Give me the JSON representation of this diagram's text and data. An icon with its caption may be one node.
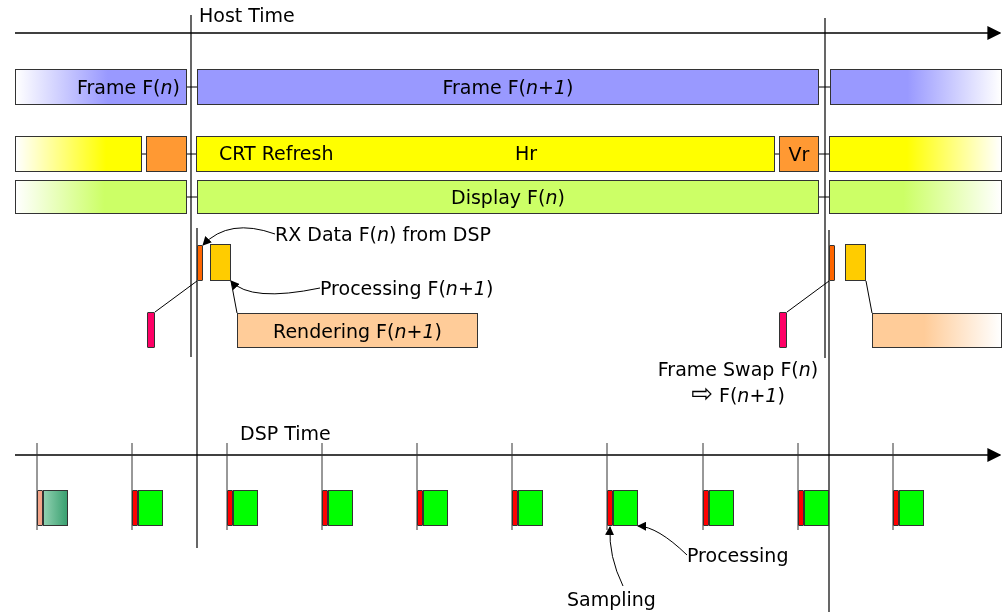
{
  "diagram": {
    "nodes": [
      {
        "text": [
          "Frame F(*n*)"
        ]
      },
      {
        "text": [
          "Frame F(*n*+*1*)"
        ]
      },
      {
        "text": [],
        "shape": "box"
      },
      {
        "text": [],
        "shape": "box"
      },
      {
        "text": [],
        "shape": "box"
      },
      {
        "text": [
          "CRT Refresh",
          "Hr"
        ]
      },
      {
        "text": [
          "Vr"
        ]
      },
      {
        "text": [],
        "shape": "box"
      },
      {
        "text": [],
        "shape": "box"
      },
      {
        "text": [
          "Display F(*n*)"
        ]
      },
      {
        "text": [],
        "shape": "box"
      },
      {
        "text": [
          "RX Data F(*n*) from DSP"
        ]
      },
      {
        "text": [],
        "shape": "bar"
      },
      {
        "text": [],
        "shape": "box"
      },
      {
        "text": [
          "Processing F(*n*+*1*)"
        ]
      },
      {
        "text": [],
        "shape": "bar"
      },
      {
        "text": [
          "Rendering F(*n*+*1*)"
        ]
      },
      {
        "text": [],
        "shape": "bar",
        "beside": [
          "Frame Swap F(*n*) ⇨ F(*n*+*1*)"
        ]
      },
      {
        "text": [],
        "shape": "bar"
      },
      {
        "text": [],
        "shape": "box"
      },
      {
        "text": [],
        "shape": "box"
      },
      {
        "text": [],
        "shape": "bar"
      },
      {
        "text": [],
        "shape": "box"
      },
      {
        "text": [],
        "shape": "bar"
      },
      {
        "text": [],
        "shape": "box"
      },
      {
        "text": [],
        "shape": "bar"
      },
      {
        "text": [],
        "shape": "box"
      },
      {
        "text": [],
        "shape": "bar"
      },
      {
        "text": [],
        "shape": "box"
      },
      {
        "text": [],
        "shape": "bar"
      },
      {
        "text": [],
        "shape": "box"
      },
      {
        "text": [],
        "shape": "bar"
      },
      {
        "text": [],
        "shape": "box"
      },
      {
        "text": [],
        "shape": "bar"
      },
      {
        "text": [],
        "shape": "box"
      },
      {
        "text": [],
        "shape": "bar"
      },
      {
        "text": [],
        "shape": "box"
      },
      {
        "text": [],
        "shape": "bar"
      },
      {
        "text": [],
        "shape": "box"
      },
      {
        "text": [],
        "shape": "bar"
      },
      {
        "text": [],
        "shape": "box"
      },
      {
        "text": [
          "Processing"
        ]
      },
      {
        "text": [
          "Sampling"
        ]
      }
    ],
    "edges": [
      {
        "from": 0,
        "to": 1,
        "arrow": "none"
      },
      {
        "from": 1,
        "to": 2,
        "arrow": "none"
      },
      {
        "from": 3,
        "to": 4,
        "arrow": "none"
      },
      {
        "from": 4,
        "to": 5,
        "arrow": "none"
      },
      {
        "from": 5,
        "to": 6,
        "arrow": "none"
      },
      {
        "from": 6,
        "to": 7,
        "arrow": "none"
      },
      {
        "from": 8,
        "to": 9,
        "arrow": "none"
      },
      {
        "from": 9,
        "to": 10,
        "arrow": "none"
      },
      {
        "from": 11,
        "to": 12,
        "arrow": "to"
      },
      {
        "from": 14,
        "to": 13,
        "arrow": "to"
      },
      {
        "from": 15,
        "to": 12,
        "arrow": "none"
      },
      {
        "from": 13,
        "to": 16,
        "arrow": "none"
      },
      {
        "from": 17,
        "to": 18,
        "arrow": "none"
      },
      {
        "from": 19,
        "to": 20,
        "arrow": "none"
      },
      {
        "from": 41,
        "to": 34,
        "arrow": "to"
      },
      {
        "from": 42,
        "to": 33,
        "arrow": "to"
      }
    ],
    "labels": [
      "Host Time",
      "DSP Time"
    ]
  }
}
